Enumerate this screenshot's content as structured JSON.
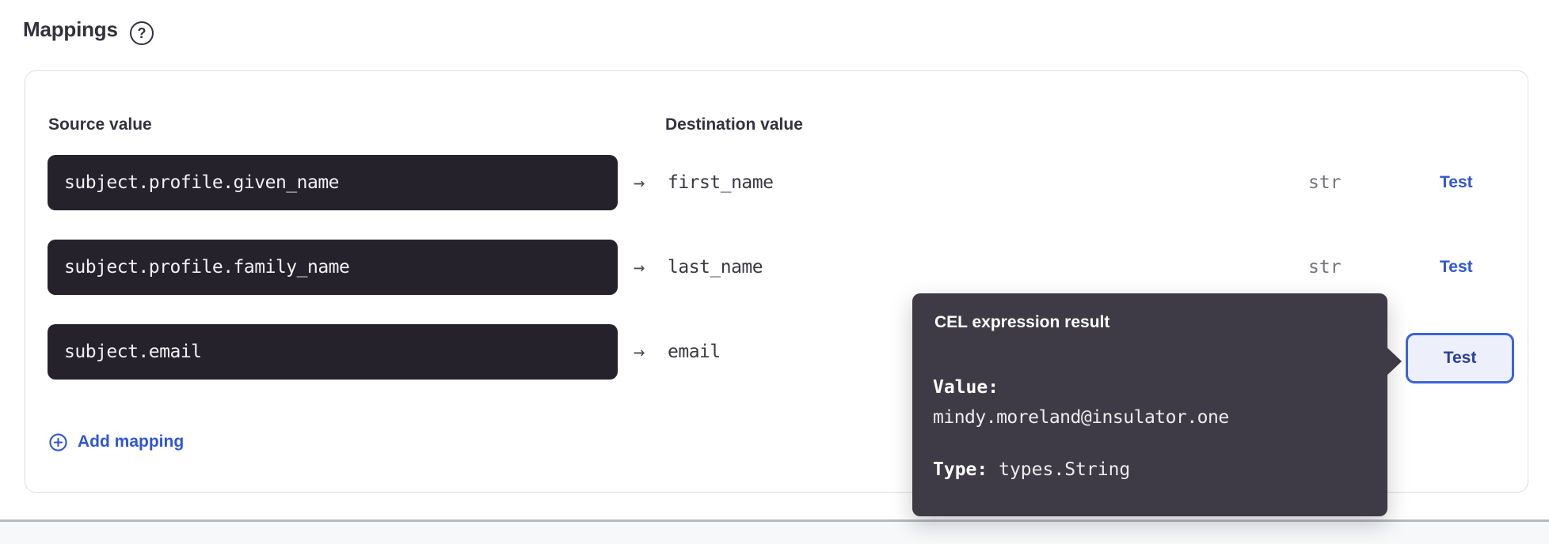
{
  "page": {
    "title": "Mappings"
  },
  "icons": {
    "help": "?",
    "arrow": "→"
  },
  "columns": {
    "source": "Source value",
    "destination": "Destination value"
  },
  "rows": [
    {
      "source": "subject.profile.given_name",
      "destination": "first_name",
      "type": "str",
      "action": "Test"
    },
    {
      "source": "subject.profile.family_name",
      "destination": "last_name",
      "type": "str",
      "action": "Test"
    },
    {
      "source": "subject.email",
      "destination": "email",
      "type": "",
      "action": "Test"
    }
  ],
  "add_mapping": {
    "label": "Add mapping"
  },
  "tooltip": {
    "title": "CEL expression result",
    "value_label": "Value:",
    "value": "mindy.moreland@insulator.one",
    "type_label": "Type:",
    "type_value": "types.String"
  },
  "colors": {
    "accent_blue": "#3156d2",
    "input_bg": "#25222b",
    "tooltip_bg": "#3e3b46",
    "focus_border": "#3d63dc",
    "heading": "#32313c"
  }
}
